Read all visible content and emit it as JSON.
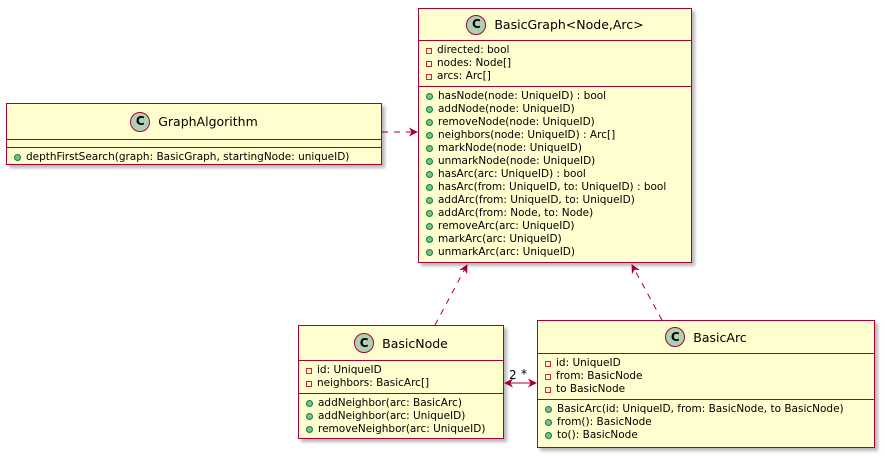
{
  "graph_algorithm": {
    "icon": "C",
    "name": "GraphAlgorithm",
    "methods": [
      "depthFirstSearch(graph: BasicGraph, startingNode: uniqueID)"
    ]
  },
  "basic_graph": {
    "icon": "C",
    "name": "BasicGraph<Node,Arc>",
    "fields": [
      "directed: bool",
      "nodes: Node[]",
      "arcs: Arc[]"
    ],
    "methods": [
      "hasNode(node: UniqueID) : bool",
      "addNode(node: UniqueID)",
      "removeNode(node: UniqueID)",
      "neighbors(node: UniqueID) : Arc[]",
      "markNode(node: UniqueID)",
      "unmarkNode(node: UniqueID)",
      "hasArc(arc: UniqueID) : bool",
      "hasArc(from: UniqueID, to: UniqueID) : bool",
      "addArc(from: UniqueID, to: UniqueID)",
      "addArc(from: Node, to: Node)",
      "removeArc(arc: UniqueID)",
      "markArc(arc: UniqueID)",
      "unmarkArc(arc: UniqueID)"
    ]
  },
  "basic_node": {
    "icon": "C",
    "name": "BasicNode",
    "fields": [
      "id: UniqueID",
      "neighbors: BasicArc[]"
    ],
    "methods": [
      "addNeighbor(arc: BasicArc)",
      "addNeighbor(arc: UniqueID)",
      "removeNeighbor(arc: UniqueID)"
    ]
  },
  "basic_arc": {
    "icon": "C",
    "name": "BasicArc",
    "fields": [
      "id: UniqueID",
      "from: BasicNode",
      "to BasicNode"
    ],
    "methods": [
      "BasicArc(id: UniqueID, from: BasicNode, to BasicNode)",
      "from(): BasicNode",
      "to(): BasicNode"
    ]
  },
  "association": {
    "node_multiplicity": "2",
    "arc_multiplicity": "*"
  },
  "colors": {
    "class_fill": "#FEFECE",
    "border": "#A80036",
    "class_icon": "#ADD1B2",
    "private_marker": "#C82930",
    "public_marker": "#84BE84"
  }
}
